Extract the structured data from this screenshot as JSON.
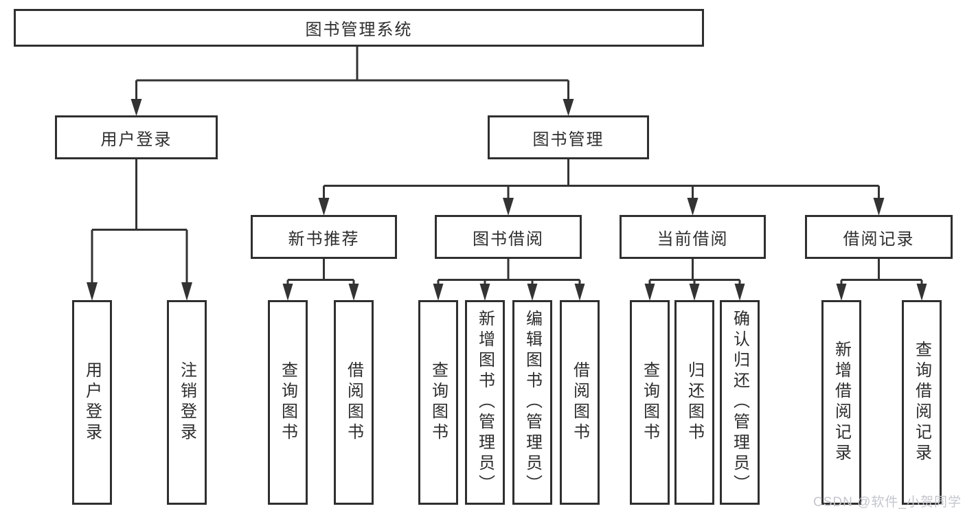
{
  "nodes": {
    "root": "图书管理系统",
    "user_login": "用户登录",
    "book_mgmt": "图书管理",
    "login_user": "用户登录",
    "login_logout": "注销登录",
    "new_book_rec": "新书推荐",
    "book_borrow": "图书借阅",
    "current_borrow": "当前借阅",
    "borrow_record": "借阅记录",
    "nbr_query": "查询图书",
    "nbr_borrow": "借阅图书",
    "bb_query": "查询图书",
    "bb_add": "新增图书（管理员）",
    "bb_edit": "编辑图书（管理员）",
    "bb_borrow": "借阅图书",
    "cb_query": "查询图书",
    "cb_return": "归还图书",
    "cb_confirm": "确认归还（管理员）",
    "br_add": "新增借阅记录",
    "br_query": "查询借阅记录"
  },
  "watermark": "CSDN @软件_小贺同学",
  "colors": {
    "line": "#333333",
    "border": "#2f2f2f",
    "text": "#2d2d2d",
    "watermark": "#c3c6cc",
    "background": "#ffffff"
  }
}
